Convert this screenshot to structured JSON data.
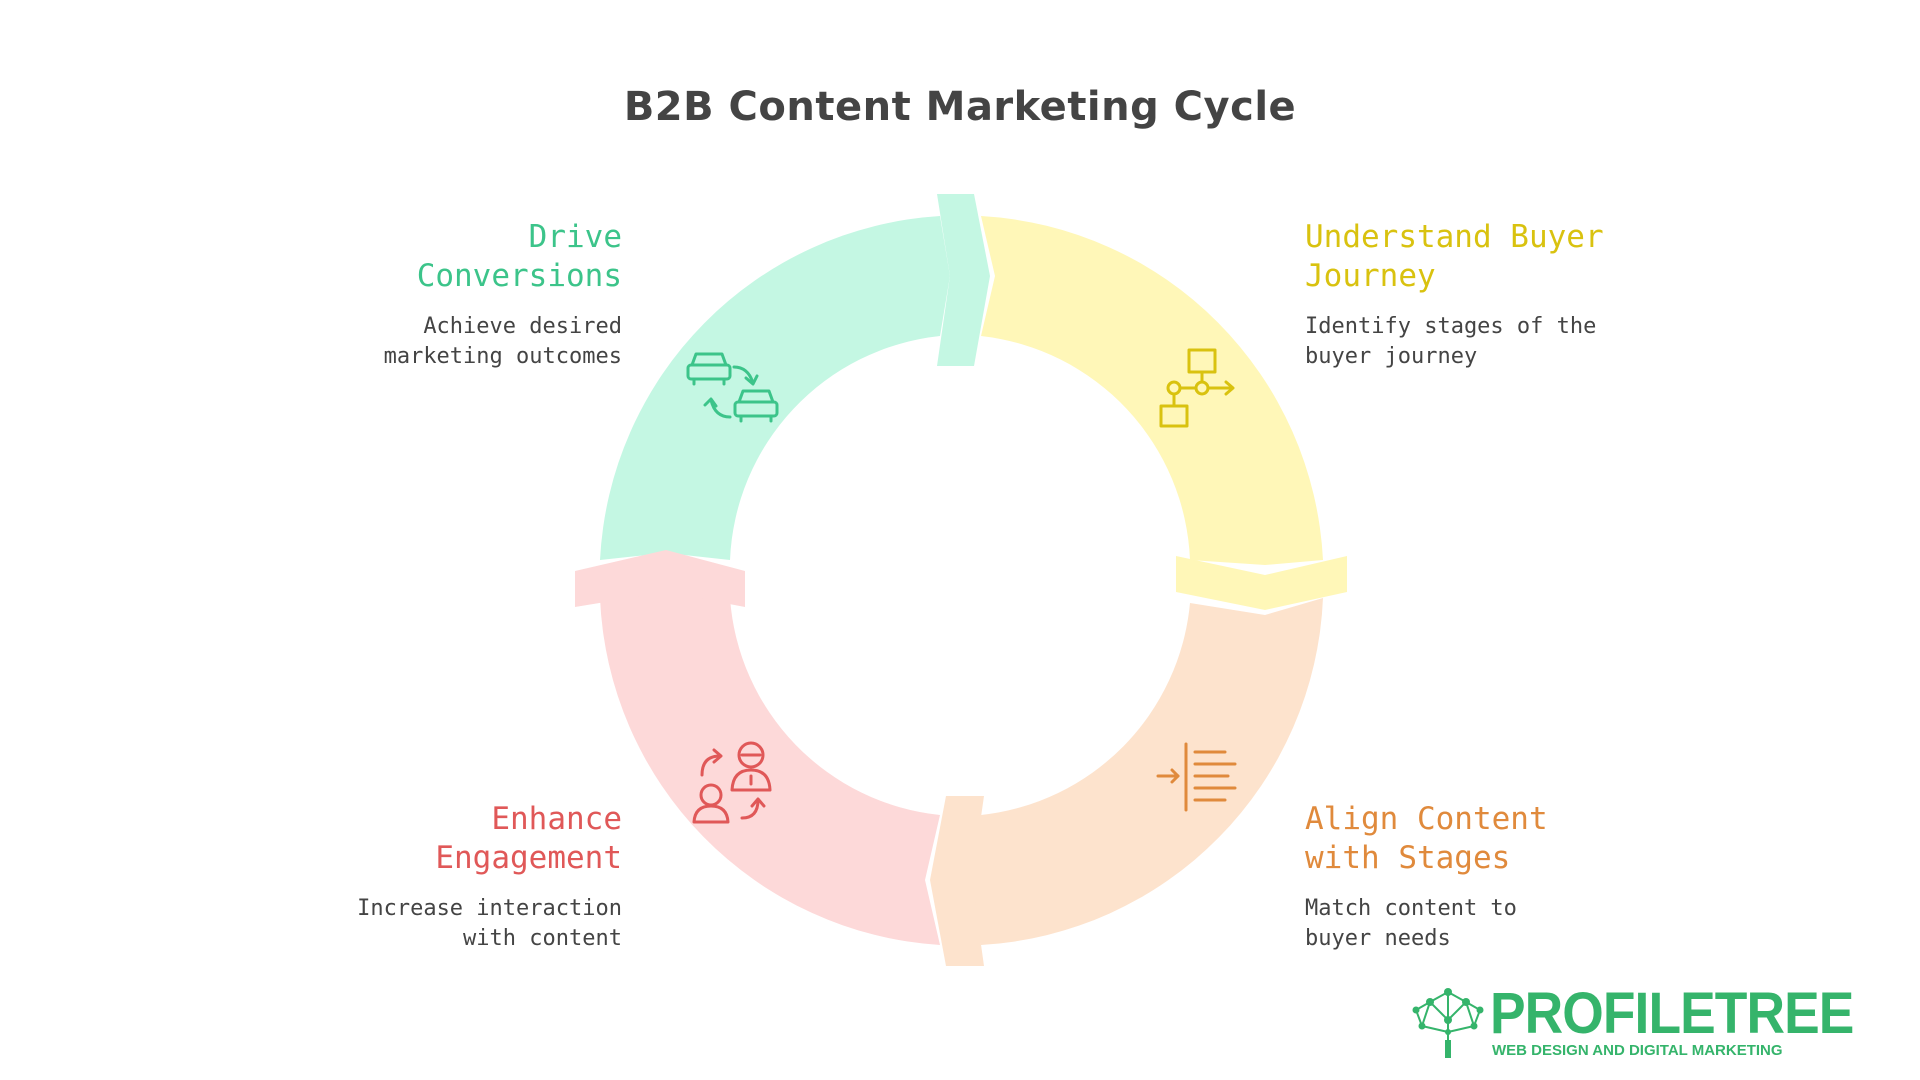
{
  "title": "B2B Content Marketing Cycle",
  "colors": {
    "green_fill": "#c4f7e3",
    "green_text": "#3cc48a",
    "yellow_fill": "#fff7b8",
    "yellow_text": "#d9c20f",
    "orange_fill": "#fde3cd",
    "orange_text": "#e08a3c",
    "pink_fill": "#fdd9d9",
    "pink_text": "#e05858",
    "brand": "#35b46b"
  },
  "stages": [
    {
      "id": "drive-conversions",
      "title_lines": [
        "Drive",
        "Conversions"
      ],
      "desc_lines": [
        "Achieve desired",
        "marketing outcomes"
      ],
      "icon": "cars-exchange-icon",
      "color": "green"
    },
    {
      "id": "understand-buyer-journey",
      "title_lines": [
        "Understand Buyer",
        "Journey"
      ],
      "desc_lines": [
        "Identify stages of the",
        "buyer journey"
      ],
      "icon": "flowchart-icon",
      "color": "yellow"
    },
    {
      "id": "align-content",
      "title_lines": [
        "Align Content",
        "with Stages"
      ],
      "desc_lines": [
        "Match content to",
        "buyer needs"
      ],
      "icon": "align-lines-icon",
      "color": "orange"
    },
    {
      "id": "enhance-engagement",
      "title_lines": [
        "Enhance",
        "Engagement"
      ],
      "desc_lines": [
        "Increase interaction",
        "with content"
      ],
      "icon": "people-exchange-icon",
      "color": "pink"
    }
  ],
  "brand": {
    "name": "PROFILETREE",
    "tagline": "WEB DESIGN AND DIGITAL MARKETING",
    "icon": "tree-network-icon"
  }
}
